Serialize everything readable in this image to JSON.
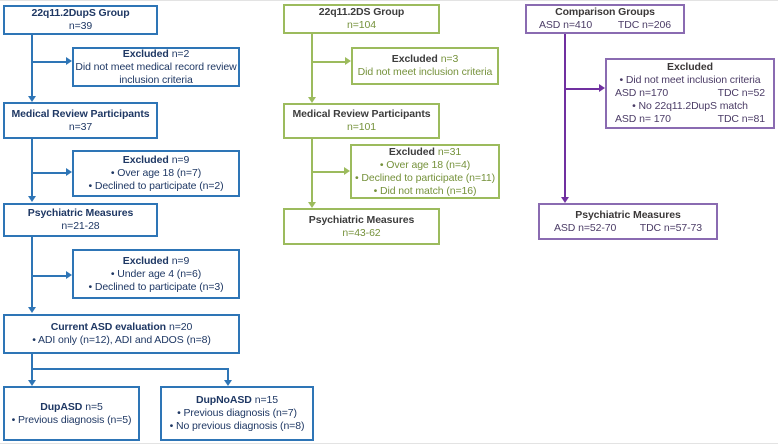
{
  "palette": {
    "blue_accent": "#2E75B6",
    "blue_text": "#1F3864",
    "green_accent": "#9CBB5D",
    "green_text": "#76923C",
    "green_header_text": "#3D3D3D",
    "purple_accent": "#8A6BB1",
    "purple_arrow": "#7030A0",
    "purple_text": "#4B3C66",
    "purple_header_text": "#3B3838"
  },
  "dups": {
    "group": {
      "title": "22q11.2DupS Group",
      "n": "n=39"
    },
    "ex_record": {
      "bold": "Excluded",
      "rest": "n=2",
      "line1": "Did not meet medical record review",
      "line2": "inclusion criteria"
    },
    "medical": {
      "title": "Medical Review Participants",
      "n": "n=37"
    },
    "ex_age18": {
      "bold": "Excluded",
      "rest": "n=9",
      "bullet1": "• Over age 18 (n=7)",
      "bullet2": "• Declined to participate (n=2)"
    },
    "psych": {
      "title": "Psychiatric Measures",
      "n": "n=21-28"
    },
    "ex_age4": {
      "bold": "Excluded",
      "rest": "n=9",
      "bullet1": "• Under age 4 (n=6)",
      "bullet2": "• Declined to participate (n=3)"
    },
    "current": {
      "bold": "Current ASD evaluation",
      "rest": "n=20",
      "bullet1": "• ADI only (n=12), ADI and ADOS (n=8)"
    },
    "dupasd": {
      "bold": "DupASD",
      "rest": "n=5",
      "bullet1": "• Previous diagnosis (n=5)"
    },
    "dupnoasd": {
      "bold": "DupNoASD",
      "rest": "n=15",
      "bullet1": "• Previous diagnosis (n=7)",
      "bullet2": "• No previous diagnosis (n=8)"
    }
  },
  "ds": {
    "group": {
      "title": "22q11.2DS Group",
      "n": "n=104"
    },
    "ex_inclusion": {
      "bold": "Excluded",
      "rest": "n=3",
      "line1": "Did not meet inclusion criteria"
    },
    "medical": {
      "title": "Medical Review Participants",
      "n": "n=101"
    },
    "ex_age18": {
      "bold": "Excluded",
      "rest": "n=31",
      "bullet1": "• Over age 18 (n=4)",
      "bullet2": "• Declined to participate (n=11)",
      "bullet3": "• Did not match (n=16)"
    },
    "psych": {
      "title": "Psychiatric Measures",
      "n": "n=43-62"
    }
  },
  "comparison": {
    "group": {
      "title": "Comparison Groups",
      "asd": "ASD n=410",
      "tdc": "TDC n=206"
    },
    "excluded": {
      "bold": "Excluded",
      "bullet1": "• Did not meet inclusion criteria",
      "row1_asd": "ASD n=170",
      "row1_tdc": "TDC n=52",
      "bullet2": "• No 22q11.2DupS match",
      "row2_asd": "ASD n= 170",
      "row2_tdc": "TDC n=81"
    },
    "psych": {
      "title": "Psychiatric Measures",
      "asd": "ASD n=52-70",
      "tdc": "TDC n=57-73"
    }
  }
}
